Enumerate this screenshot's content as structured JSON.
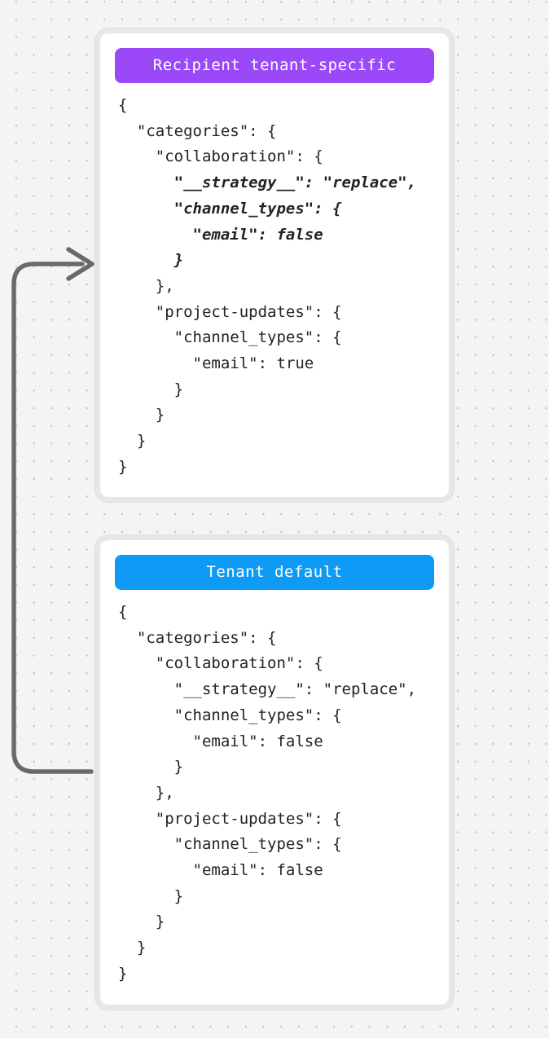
{
  "canvas": {
    "background_color": "#f4f4f5",
    "dot_color": "#c1c1c4",
    "arrow_color": "#6a6a6a",
    "card_background": "#ffffff",
    "card_border_color": "#e7e7e9",
    "code_text_color": "#232327"
  },
  "cards": [
    {
      "badge": {
        "label": "Recipient tenant-specific",
        "color": "#9a48f8",
        "text_color": "#ffffff"
      },
      "code_lines": [
        {
          "text": "{",
          "emphasis": false
        },
        {
          "text": "  \"categories\": {",
          "emphasis": false
        },
        {
          "text": "    \"collaboration\": {",
          "emphasis": false
        },
        {
          "text": "      \"__strategy__\": \"replace\",",
          "emphasis": true
        },
        {
          "text": "      \"channel_types\": {",
          "emphasis": true
        },
        {
          "text": "        \"email\": false",
          "emphasis": true
        },
        {
          "text": "      }",
          "emphasis": true
        },
        {
          "text": "    },",
          "emphasis": false
        },
        {
          "text": "    \"project-updates\": {",
          "emphasis": false
        },
        {
          "text": "      \"channel_types\": {",
          "emphasis": false
        },
        {
          "text": "        \"email\": true",
          "emphasis": false
        },
        {
          "text": "      }",
          "emphasis": false
        },
        {
          "text": "    }",
          "emphasis": false
        },
        {
          "text": "  }",
          "emphasis": false
        },
        {
          "text": "}",
          "emphasis": false
        }
      ]
    },
    {
      "badge": {
        "label": "Tenant default",
        "color": "#0f9af5",
        "text_color": "#ffffff"
      },
      "code_lines": [
        {
          "text": "{",
          "emphasis": false
        },
        {
          "text": "  \"categories\": {",
          "emphasis": false
        },
        {
          "text": "    \"collaboration\": {",
          "emphasis": false
        },
        {
          "text": "      \"__strategy__\": \"replace\",",
          "emphasis": false
        },
        {
          "text": "      \"channel_types\": {",
          "emphasis": false
        },
        {
          "text": "        \"email\": false",
          "emphasis": false
        },
        {
          "text": "      }",
          "emphasis": false
        },
        {
          "text": "    },",
          "emphasis": false
        },
        {
          "text": "    \"project-updates\": {",
          "emphasis": false
        },
        {
          "text": "      \"channel_types\": {",
          "emphasis": false
        },
        {
          "text": "        \"email\": false",
          "emphasis": false
        },
        {
          "text": "      }",
          "emphasis": false
        },
        {
          "text": "    }",
          "emphasis": false
        },
        {
          "text": "  }",
          "emphasis": false
        },
        {
          "text": "}",
          "emphasis": false
        }
      ]
    }
  ]
}
